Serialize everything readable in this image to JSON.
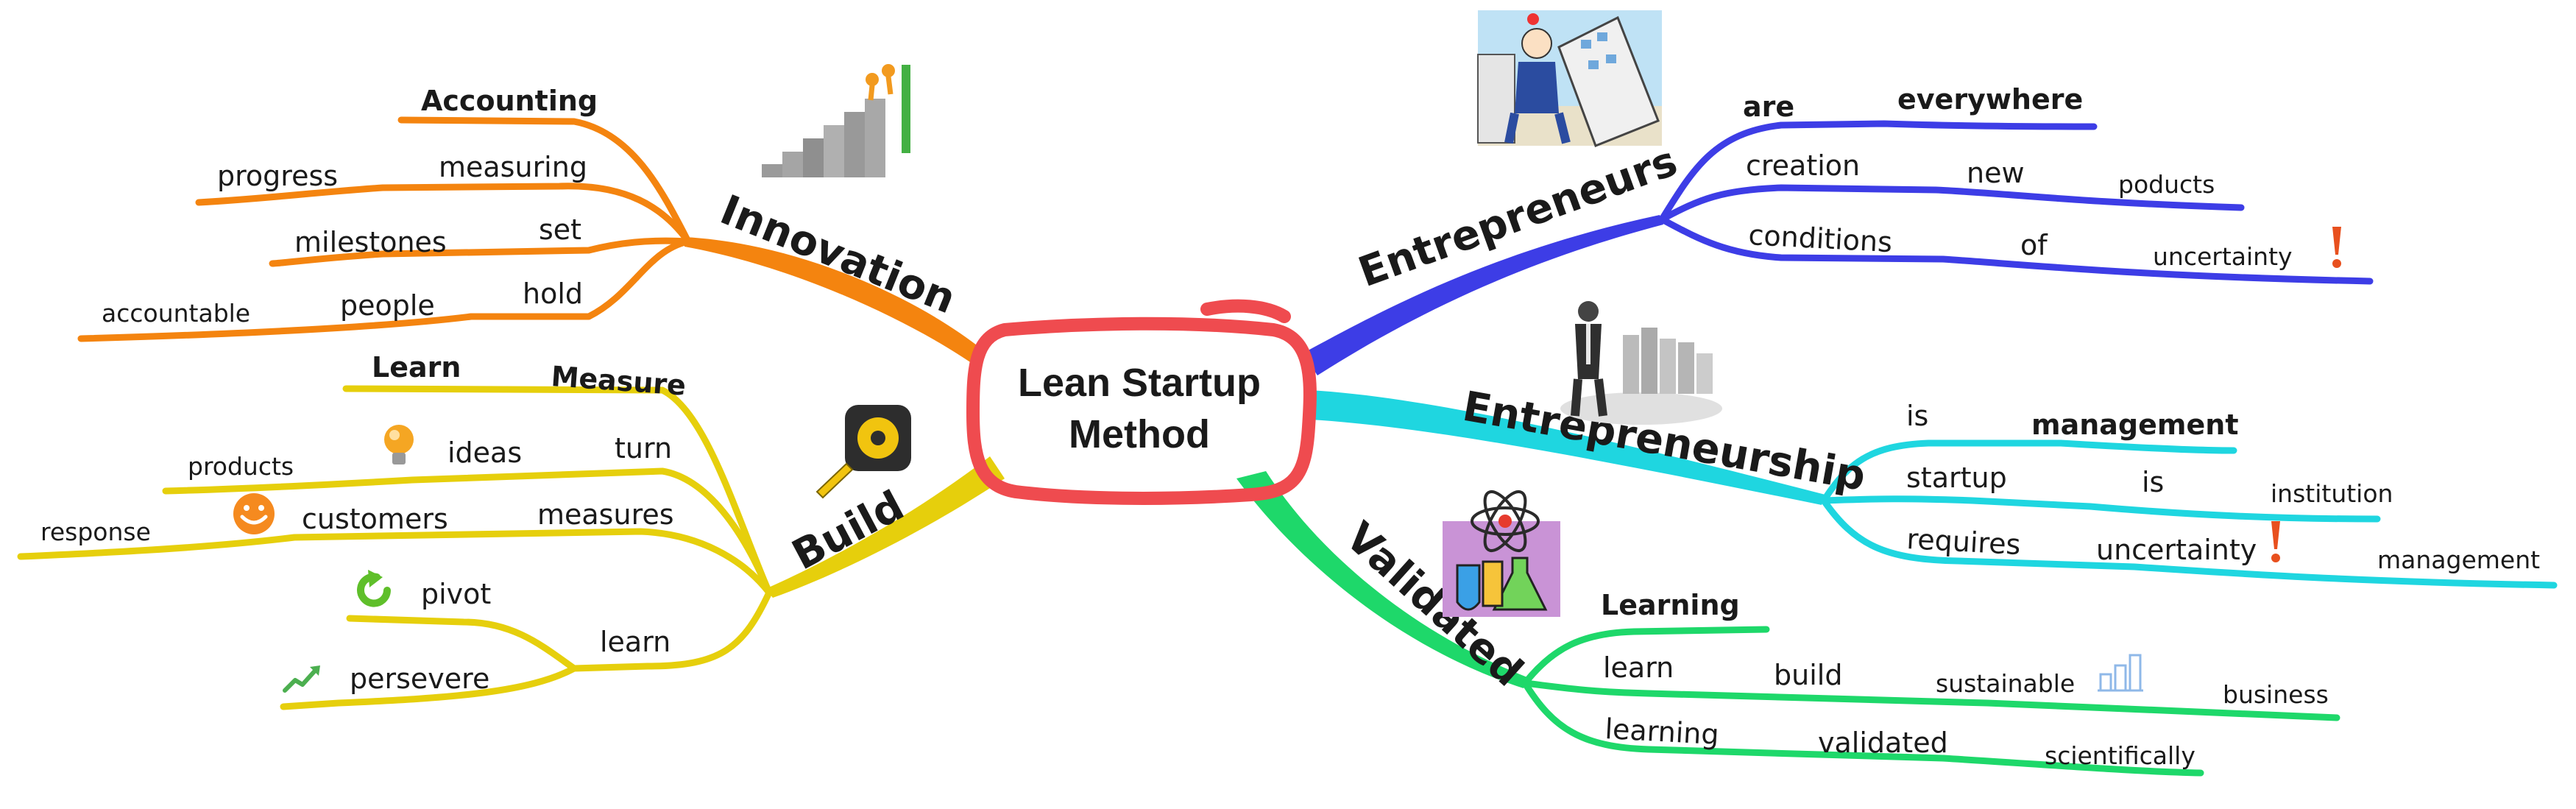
{
  "central": {
    "line1": "Lean Startup",
    "line2": "Method"
  },
  "colors": {
    "central_ring": "#ef4b4f",
    "innovation": "#f4840f",
    "build": "#e6cf0c",
    "entrepreneurs": "#3d3de6",
    "entrepreneurship": "#1fd6e0",
    "validated": "#1ed86a"
  },
  "branches": {
    "innovation": {
      "label": "Innovation",
      "words": {
        "accounting": "Accounting",
        "measuring": "measuring",
        "progress": "progress",
        "set": "set",
        "milestones": "milestones",
        "hold": "hold",
        "people": "people",
        "accountable": "accountable"
      }
    },
    "build": {
      "label": "Build",
      "words": {
        "learn_top": "Learn",
        "measure": "Measure",
        "turn": "turn",
        "ideas": "ideas",
        "products": "products",
        "measures": "measures",
        "customers": "customers",
        "response": "response",
        "learn": "learn",
        "pivot": "pivot",
        "persevere": "persevere"
      }
    },
    "entrepreneurs": {
      "label": "Entrepreneurs",
      "words": {
        "are": "are",
        "everywhere": "everywhere",
        "creation": "creation",
        "new": "new",
        "poducts": "poducts",
        "conditions": "conditions",
        "of": "of",
        "uncertainty": "uncertainty"
      }
    },
    "entrepreneurship": {
      "label": "Entrepreneurship",
      "words": {
        "is": "is",
        "management": "management",
        "startup": "startup",
        "is2": "is",
        "institution": "institution",
        "requires": "requires",
        "uncertainty": "uncertainty",
        "management2": "management"
      }
    },
    "validated": {
      "label": "Validated",
      "words": {
        "learning_top": "Learning",
        "learn": "learn",
        "build": "build",
        "sustainable": "sustainable",
        "business": "business",
        "learning": "learning",
        "validated": "validated",
        "scientifically": "scientifically"
      }
    }
  },
  "icons": [
    "staircase-success-icon",
    "office-man-building-icon",
    "tape-measure-icon",
    "businessman-chart-icon",
    "lightbulb-icon",
    "smiley-face-icon",
    "pivot-arrow-icon",
    "trend-arrow-icon",
    "chemistry-lab-icon",
    "bar-chart-icon",
    "exclamation-icon"
  ]
}
